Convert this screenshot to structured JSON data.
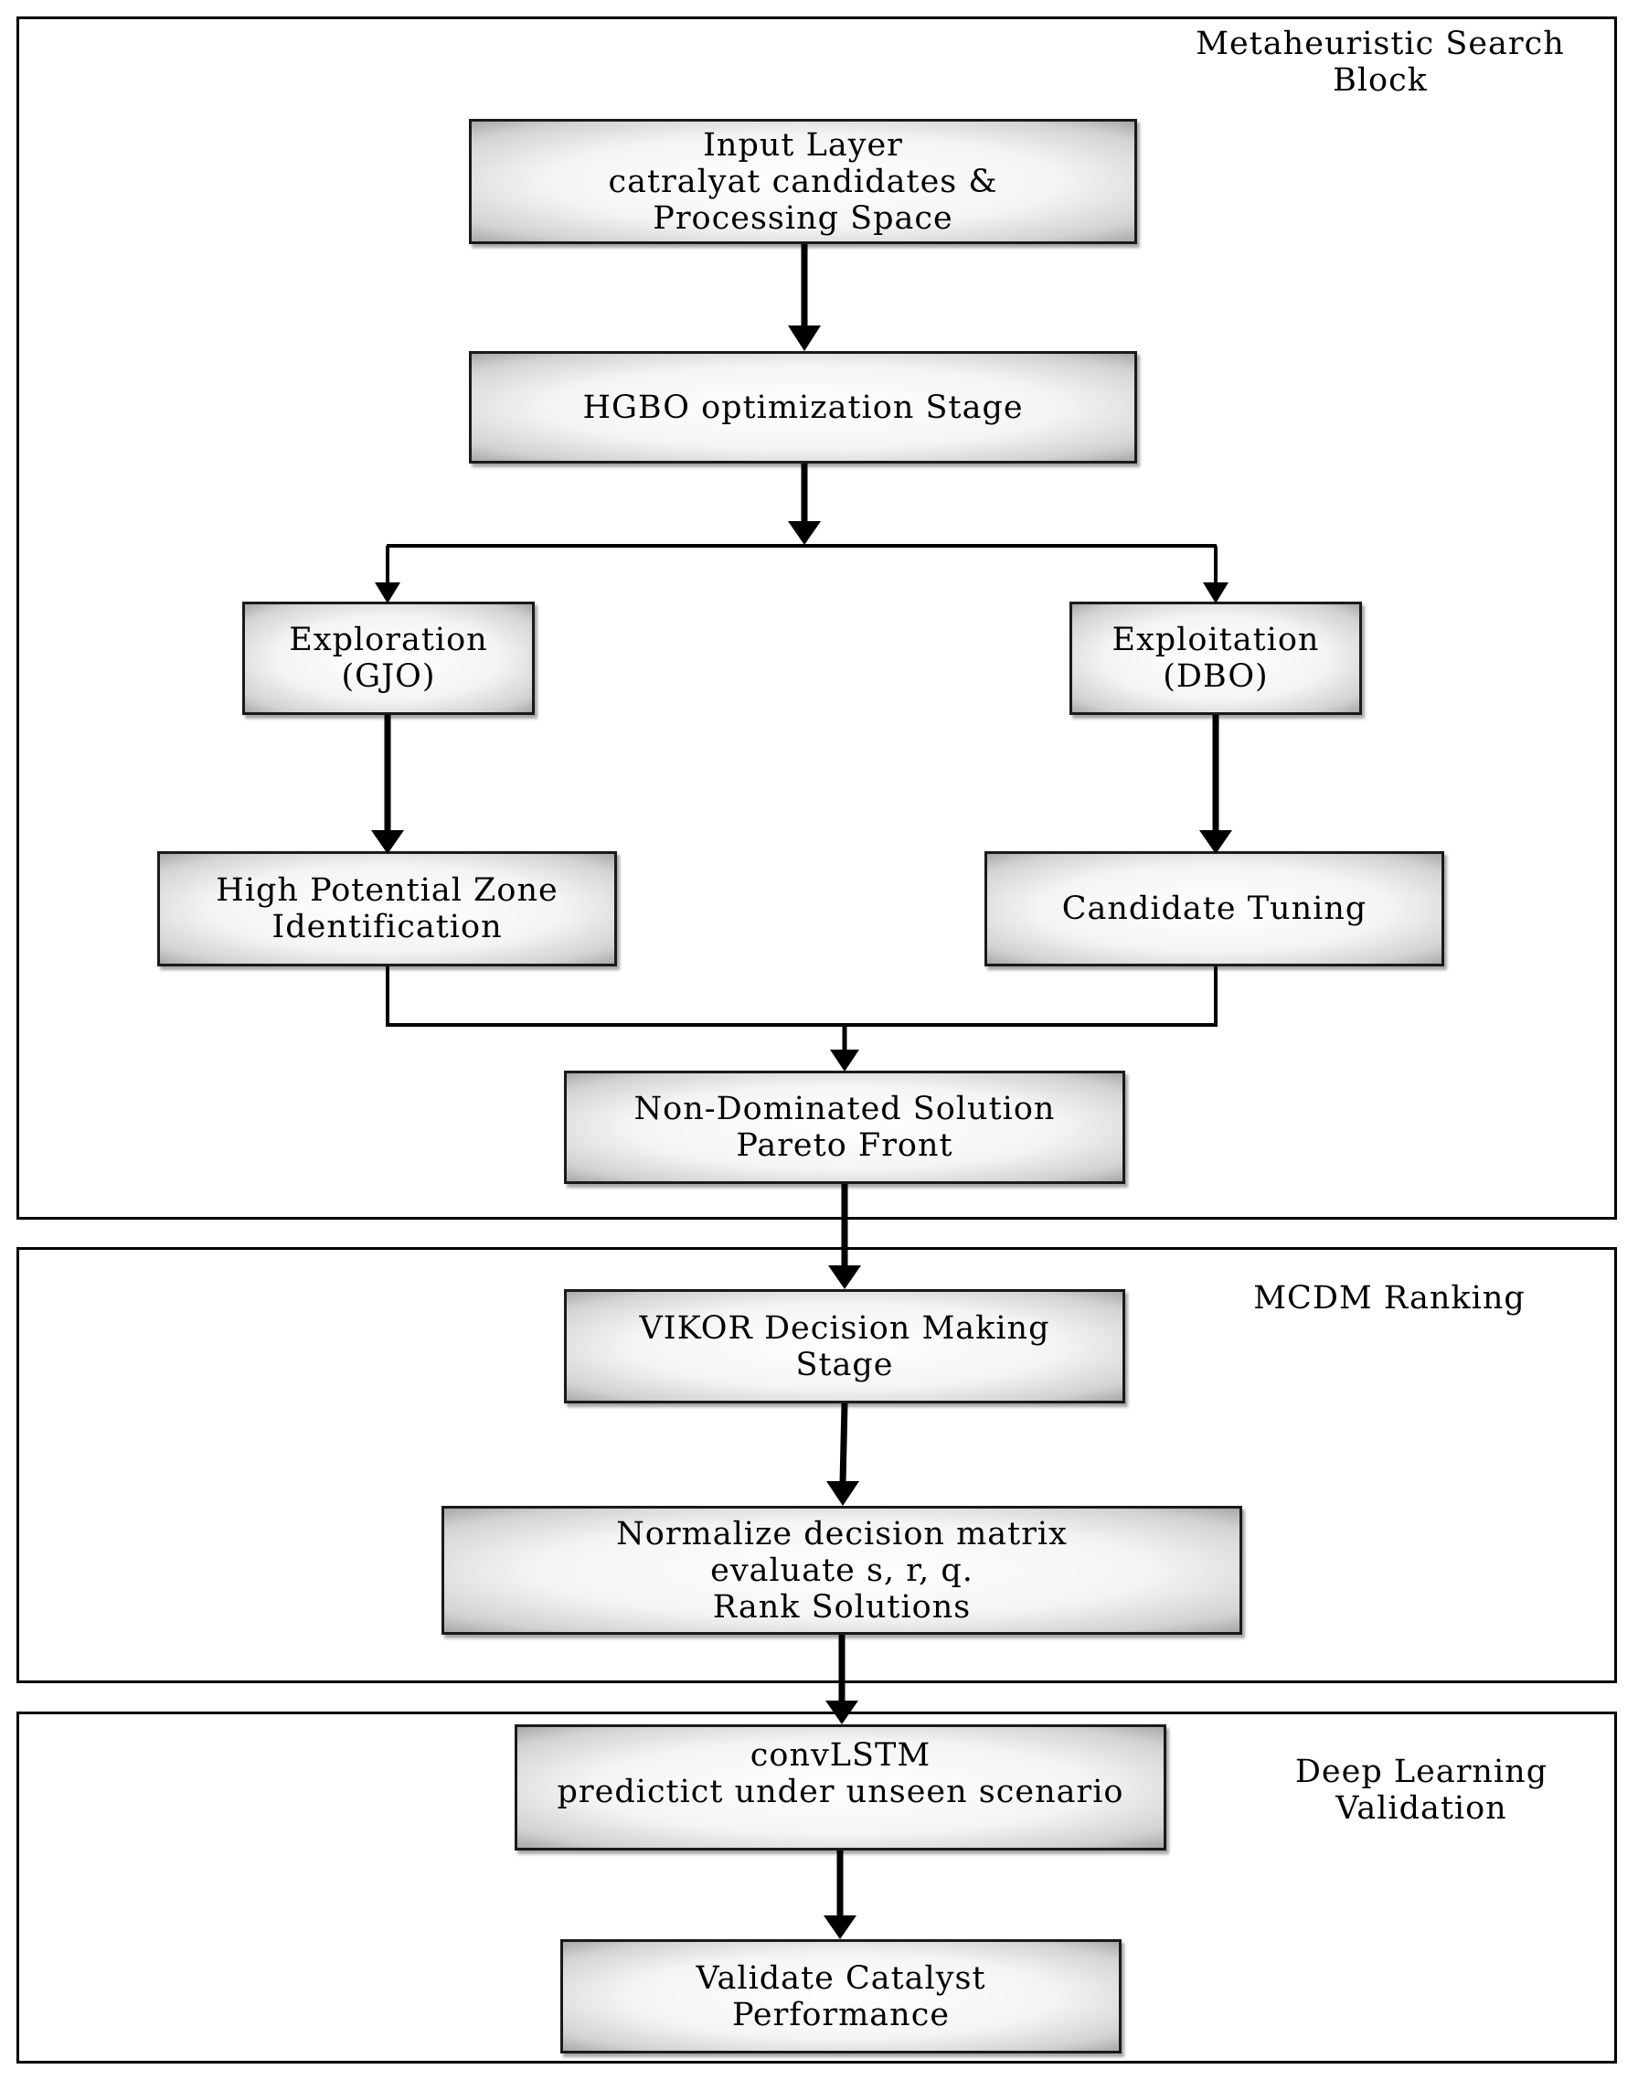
{
  "panels": {
    "metaheuristic": {
      "label_lines": [
        "Metaheuristic Search",
        "Block"
      ]
    },
    "mcdm": {
      "label_lines": [
        "MCDM Ranking"
      ]
    },
    "deep_learning": {
      "label_lines": [
        "Deep Learning",
        "Validation"
      ]
    }
  },
  "nodes": {
    "input_layer": {
      "lines": [
        "Input Layer",
        "catralyat candidates &",
        "Processing Space"
      ]
    },
    "hgbo": {
      "lines": [
        "HGBO optimization Stage"
      ]
    },
    "exploration": {
      "lines": [
        "Exploration",
        "(GJO)"
      ]
    },
    "exploitation": {
      "lines": [
        "Exploitation",
        "(DBO)"
      ]
    },
    "high_potential": {
      "lines": [
        "High Potential Zone",
        "Identification"
      ]
    },
    "candidate_tuning": {
      "lines": [
        "Candidate Tuning"
      ]
    },
    "pareto": {
      "lines": [
        "Non-Dominated Solution",
        "Pareto Front"
      ]
    },
    "vikor": {
      "lines": [
        "VIKOR Decision Making",
        "Stage"
      ]
    },
    "normalize": {
      "lines": [
        "Normalize decision matrix",
        "evaluate s, r, q.",
        "Rank Solutions"
      ]
    },
    "convlstm": {
      "lines": [
        "convLSTM",
        "predictict under unseen scenario"
      ]
    },
    "validate": {
      "lines": [
        "Validate Catalyst",
        "Performance"
      ]
    }
  },
  "colors": {
    "stroke": "#000000",
    "box_border": "#1a1a1a",
    "box_center": "#ffffff",
    "box_edge": "#a8a8a8"
  }
}
